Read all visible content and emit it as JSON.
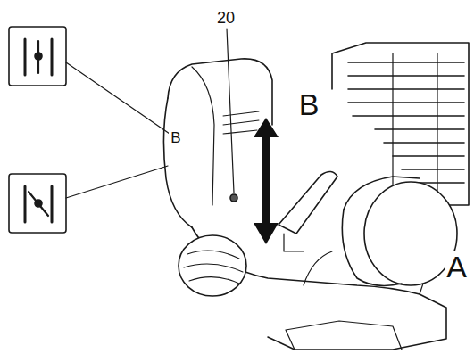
{
  "diagram": {
    "labels": [
      "20",
      "B",
      "B",
      "A"
    ]
  }
}
